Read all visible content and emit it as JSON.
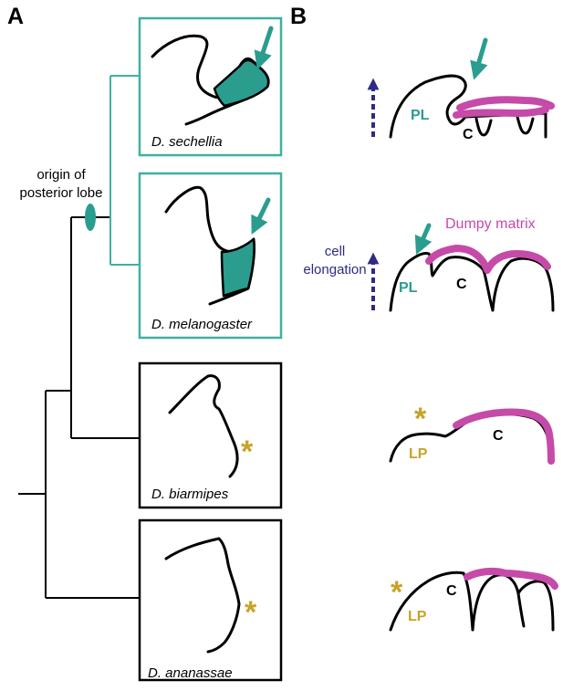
{
  "panels": {
    "a_label": "A",
    "b_label": "B"
  },
  "tree": {
    "origin_label_line1": "origin of",
    "origin_label_line2": "posterior lobe"
  },
  "species": [
    {
      "name": "D. sechellia",
      "has_lobe": true
    },
    {
      "name": "D. melanogaster",
      "has_lobe": true
    },
    {
      "name": "D. biarmipes",
      "has_lobe": false
    },
    {
      "name": "D. ananassae",
      "has_lobe": false
    }
  ],
  "panel_b": {
    "dumpy_label": "Dumpy matrix",
    "cell_label_line1": "cell",
    "cell_label_line2": "elongation",
    "pl_label": "PL",
    "lp_label": "LP",
    "c_label": "C",
    "asterisk": "*"
  },
  "colors": {
    "teal": "#2a9d8f",
    "teal_line": "#40b0a0",
    "gold": "#c9a227",
    "magenta": "#c64aa8",
    "indigo": "#2e2a87"
  }
}
